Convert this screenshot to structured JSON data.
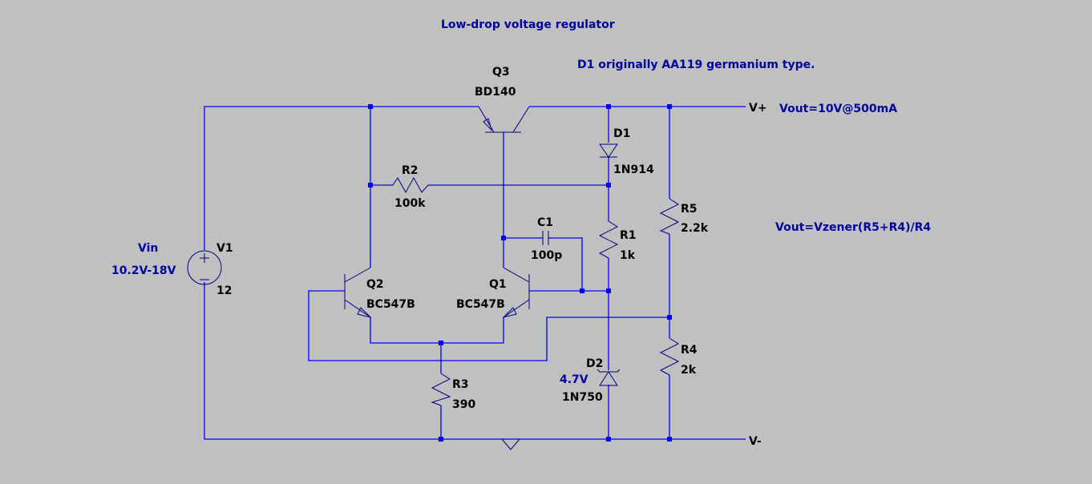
{
  "title": "Low-drop voltage regulator",
  "notes": {
    "d1_note": "D1 originally AA119 germanium type.",
    "vout_spec": "Vout=10V@500mA",
    "formula": "Vout=Vzener(R5+R4)/R4",
    "vin_label": "Vin",
    "vin_range": "10.2V-18V",
    "zener_voltage": "4.7V"
  },
  "nets": {
    "vplus": "V+",
    "vminus": "V-"
  },
  "components": {
    "V1": {
      "ref": "V1",
      "value": "12"
    },
    "Q1": {
      "ref": "Q1",
      "value": "BC547B"
    },
    "Q2": {
      "ref": "Q2",
      "value": "BC547B"
    },
    "Q3": {
      "ref": "Q3",
      "value": "BD140"
    },
    "D1": {
      "ref": "D1",
      "value": "1N914"
    },
    "D2": {
      "ref": "D2",
      "value": "1N750"
    },
    "R1": {
      "ref": "R1",
      "value": "1k"
    },
    "R2": {
      "ref": "R2",
      "value": "100k"
    },
    "R3": {
      "ref": "R3",
      "value": "390"
    },
    "R4": {
      "ref": "R4",
      "value": "2k"
    },
    "R5": {
      "ref": "R5",
      "value": "2.2k"
    },
    "C1": {
      "ref": "C1",
      "value": "100p"
    }
  }
}
